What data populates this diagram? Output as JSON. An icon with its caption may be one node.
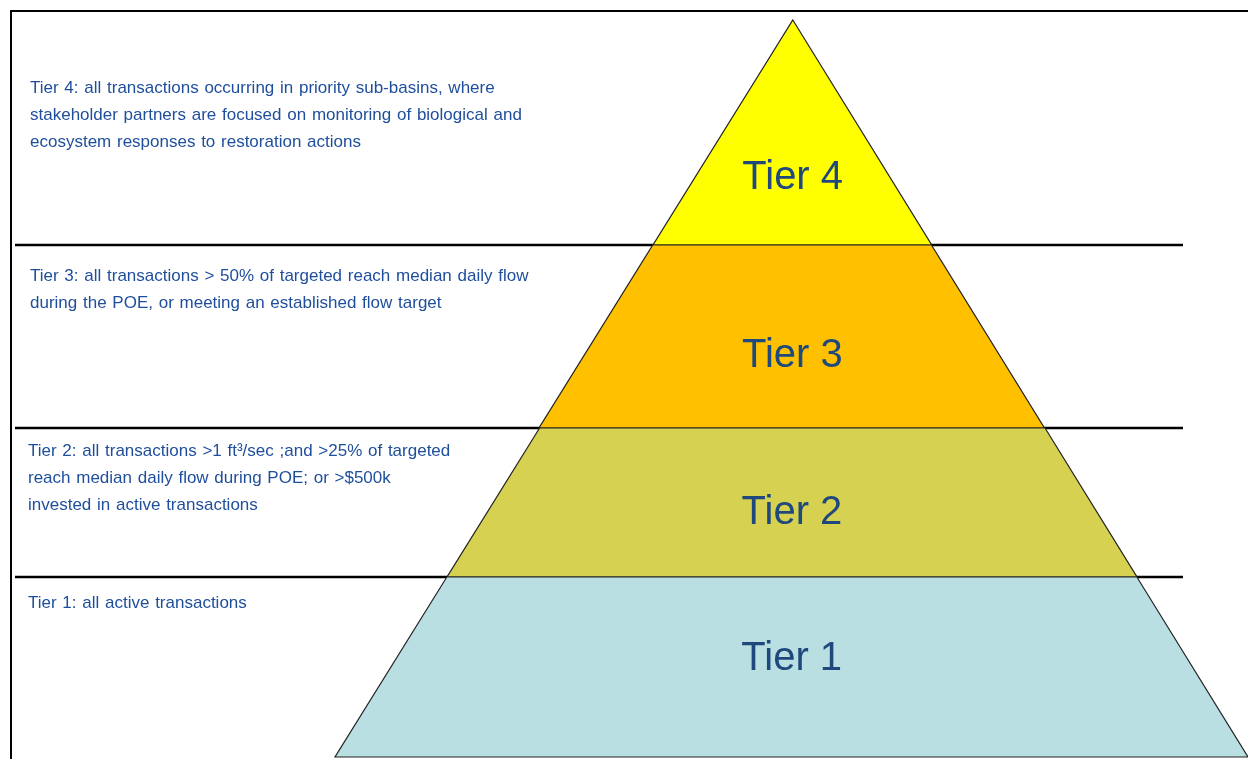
{
  "diagram": {
    "nodes": [
      {
        "text": [
          "Tier 4"
        ]
      },
      {
        "text": [
          "Tier 3"
        ]
      },
      {
        "text": [
          "Tier 2"
        ]
      },
      {
        "text": [
          "Tier 1"
        ]
      }
    ],
    "edges": [],
    "labels": [
      "Tier 4: all transactions occurring in priority sub-basins, where stakeholder partners are focused on monitoring of biological and ecosystem responses to restoration actions",
      "Tier 3: all transactions > 50% of targeted reach median daily flow during the POE, or meeting an established flow target",
      "Tier 2: all transactions >1 ft³/sec ;and >25% of targeted reach median daily flow during POE; or >$500k invested in active transactions",
      "Tier 1: all active transactions"
    ]
  }
}
